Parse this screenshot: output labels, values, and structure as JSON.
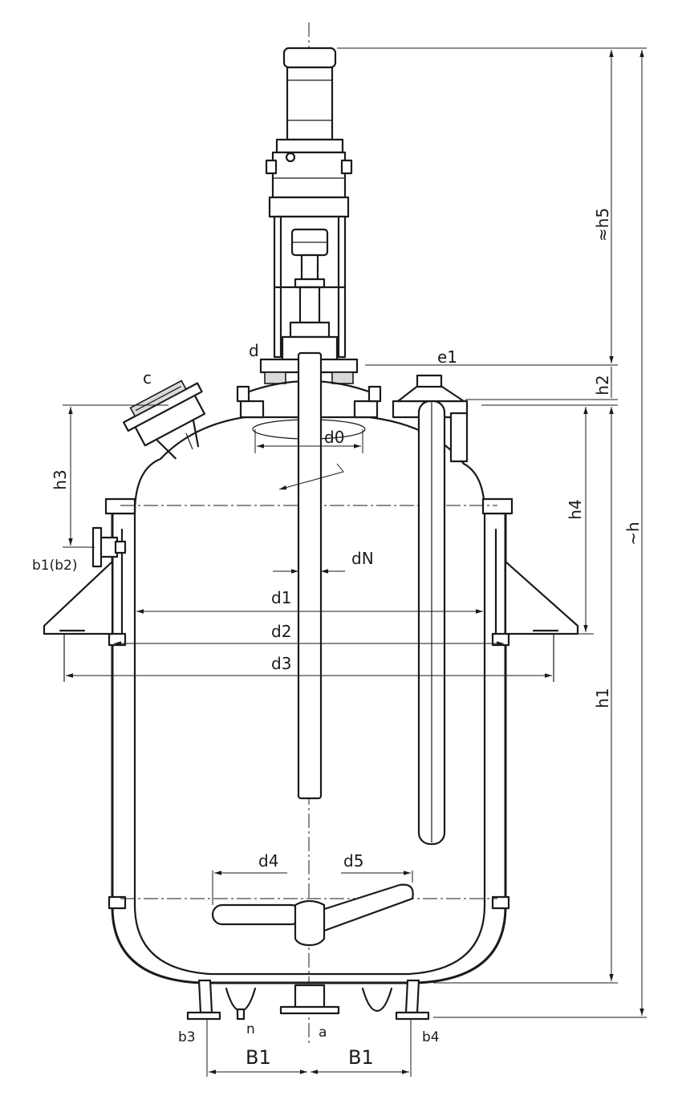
{
  "labels": {
    "h5": "≈h5",
    "h": "~h",
    "h2": "h2",
    "h3": "h3",
    "h4": "h4",
    "h1": "h1",
    "c": "c",
    "d": "d",
    "e1": "e1",
    "d0": "d0",
    "dN": "dN",
    "b1b2": "b1(b2)",
    "d1": "d1",
    "d2": "d2",
    "d3": "d3",
    "d4": "d4",
    "d5": "d5",
    "b3": "b3",
    "n": "n",
    "a": "a",
    "b4": "b4",
    "B1_left": "B1",
    "B1_right": "B1"
  }
}
